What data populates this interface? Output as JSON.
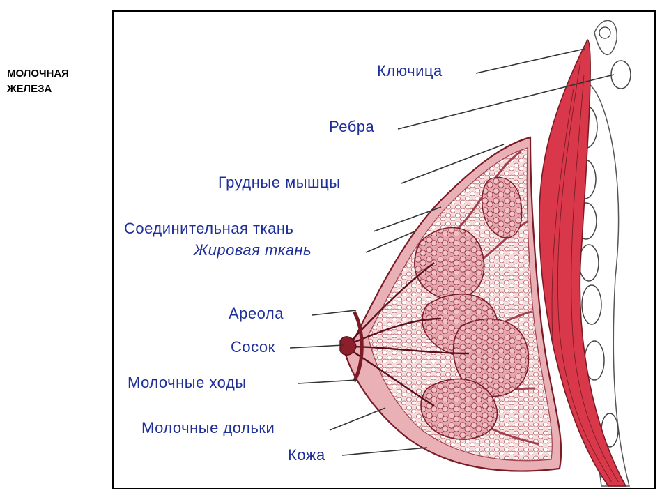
{
  "side_title": [
    "МОЛОЧНАЯ",
    "ЖЕЛЕЗА"
  ],
  "labels": {
    "clavicle": "Ключица",
    "ribs": "Ребра",
    "pectoral": "Грудные мышцы",
    "connective": "Соединительная ткань",
    "fat": "Жировая ткань",
    "areola": "Ареола",
    "nipple": "Сосок",
    "ducts": "Молочные ходы",
    "lobules": "Молочные дольки",
    "skin": "Кожа"
  },
  "colors": {
    "label_text": "#1f2f9a",
    "muscle": "#d9384a",
    "tissue": "#f3c6c8",
    "lobule": "#e8a7ae",
    "outline": "#7a1b26"
  }
}
